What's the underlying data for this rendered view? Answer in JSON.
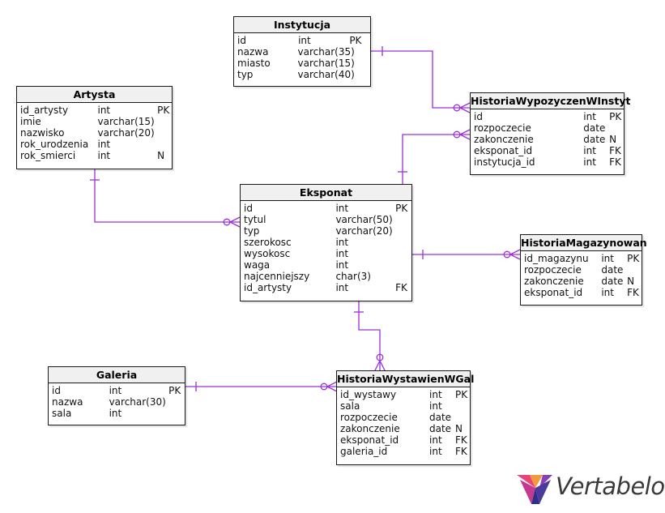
{
  "tables": {
    "instytucja": {
      "name": "Instytucja",
      "columns": [
        {
          "name": "id",
          "type": "int",
          "key": "PK"
        },
        {
          "name": "nazwa",
          "type": "varchar(35)",
          "key": ""
        },
        {
          "name": "miasto",
          "type": "varchar(15)",
          "key": ""
        },
        {
          "name": "typ",
          "type": "varchar(40)",
          "key": ""
        }
      ]
    },
    "artysta": {
      "name": "Artysta",
      "columns": [
        {
          "name": "id_artysty",
          "type": "int",
          "key": "PK"
        },
        {
          "name": "imie",
          "type": "varchar(15)",
          "key": ""
        },
        {
          "name": "nazwisko",
          "type": "varchar(20)",
          "key": ""
        },
        {
          "name": "rok_urodzenia",
          "type": "int",
          "key": ""
        },
        {
          "name": "rok_smierci",
          "type": "int",
          "key": "N"
        }
      ]
    },
    "historia_wypozyczen": {
      "name": "HistoriaWypozyczenWInstyt",
      "columns": [
        {
          "name": "id",
          "type": "int",
          "key": "PK"
        },
        {
          "name": "rozpoczecie",
          "type": "date",
          "key": ""
        },
        {
          "name": "zakonczenie",
          "type": "date",
          "key": "N"
        },
        {
          "name": "eksponat_id",
          "type": "int",
          "key": "FK"
        },
        {
          "name": "instytucja_id",
          "type": "int",
          "key": "FK"
        }
      ]
    },
    "eksponat": {
      "name": "Eksponat",
      "columns": [
        {
          "name": "id",
          "type": "int",
          "key": "PK"
        },
        {
          "name": "tytul",
          "type": "varchar(50)",
          "key": ""
        },
        {
          "name": "typ",
          "type": "varchar(20)",
          "key": ""
        },
        {
          "name": "szerokosc",
          "type": "int",
          "key": ""
        },
        {
          "name": "wysokosc",
          "type": "int",
          "key": ""
        },
        {
          "name": "waga",
          "type": "int",
          "key": ""
        },
        {
          "name": "najcenniejszy",
          "type": "char(3)",
          "key": ""
        },
        {
          "name": "id_artysty",
          "type": "int",
          "key": "FK"
        }
      ]
    },
    "historia_magazynowania": {
      "name": "HistoriaMagazynowan",
      "columns": [
        {
          "name": "id_magazynu",
          "type": "int",
          "key": "PK"
        },
        {
          "name": "rozpoczecie",
          "type": "date",
          "key": ""
        },
        {
          "name": "zakonczenie",
          "type": "date",
          "key": "N"
        },
        {
          "name": "eksponat_id",
          "type": "int",
          "key": "FK"
        }
      ]
    },
    "galeria": {
      "name": "Galeria",
      "columns": [
        {
          "name": "id",
          "type": "int",
          "key": "PK"
        },
        {
          "name": "nazwa",
          "type": "varchar(30)",
          "key": ""
        },
        {
          "name": "sala",
          "type": "int",
          "key": ""
        }
      ]
    },
    "historia_wystawien": {
      "name": "HistoriaWystawienWGal",
      "columns": [
        {
          "name": "id_wystawy",
          "type": "int",
          "key": "PK"
        },
        {
          "name": "sala",
          "type": "int",
          "key": ""
        },
        {
          "name": "rozpoczecie",
          "type": "date",
          "key": ""
        },
        {
          "name": "zakonczenie",
          "type": "date",
          "key": "N"
        },
        {
          "name": "eksponat_id",
          "type": "int",
          "key": "FK"
        },
        {
          "name": "galeria_id",
          "type": "int",
          "key": "FK"
        }
      ]
    }
  },
  "relationship_color": "#9b30d9",
  "logo": {
    "text": "Vertabelo"
  }
}
